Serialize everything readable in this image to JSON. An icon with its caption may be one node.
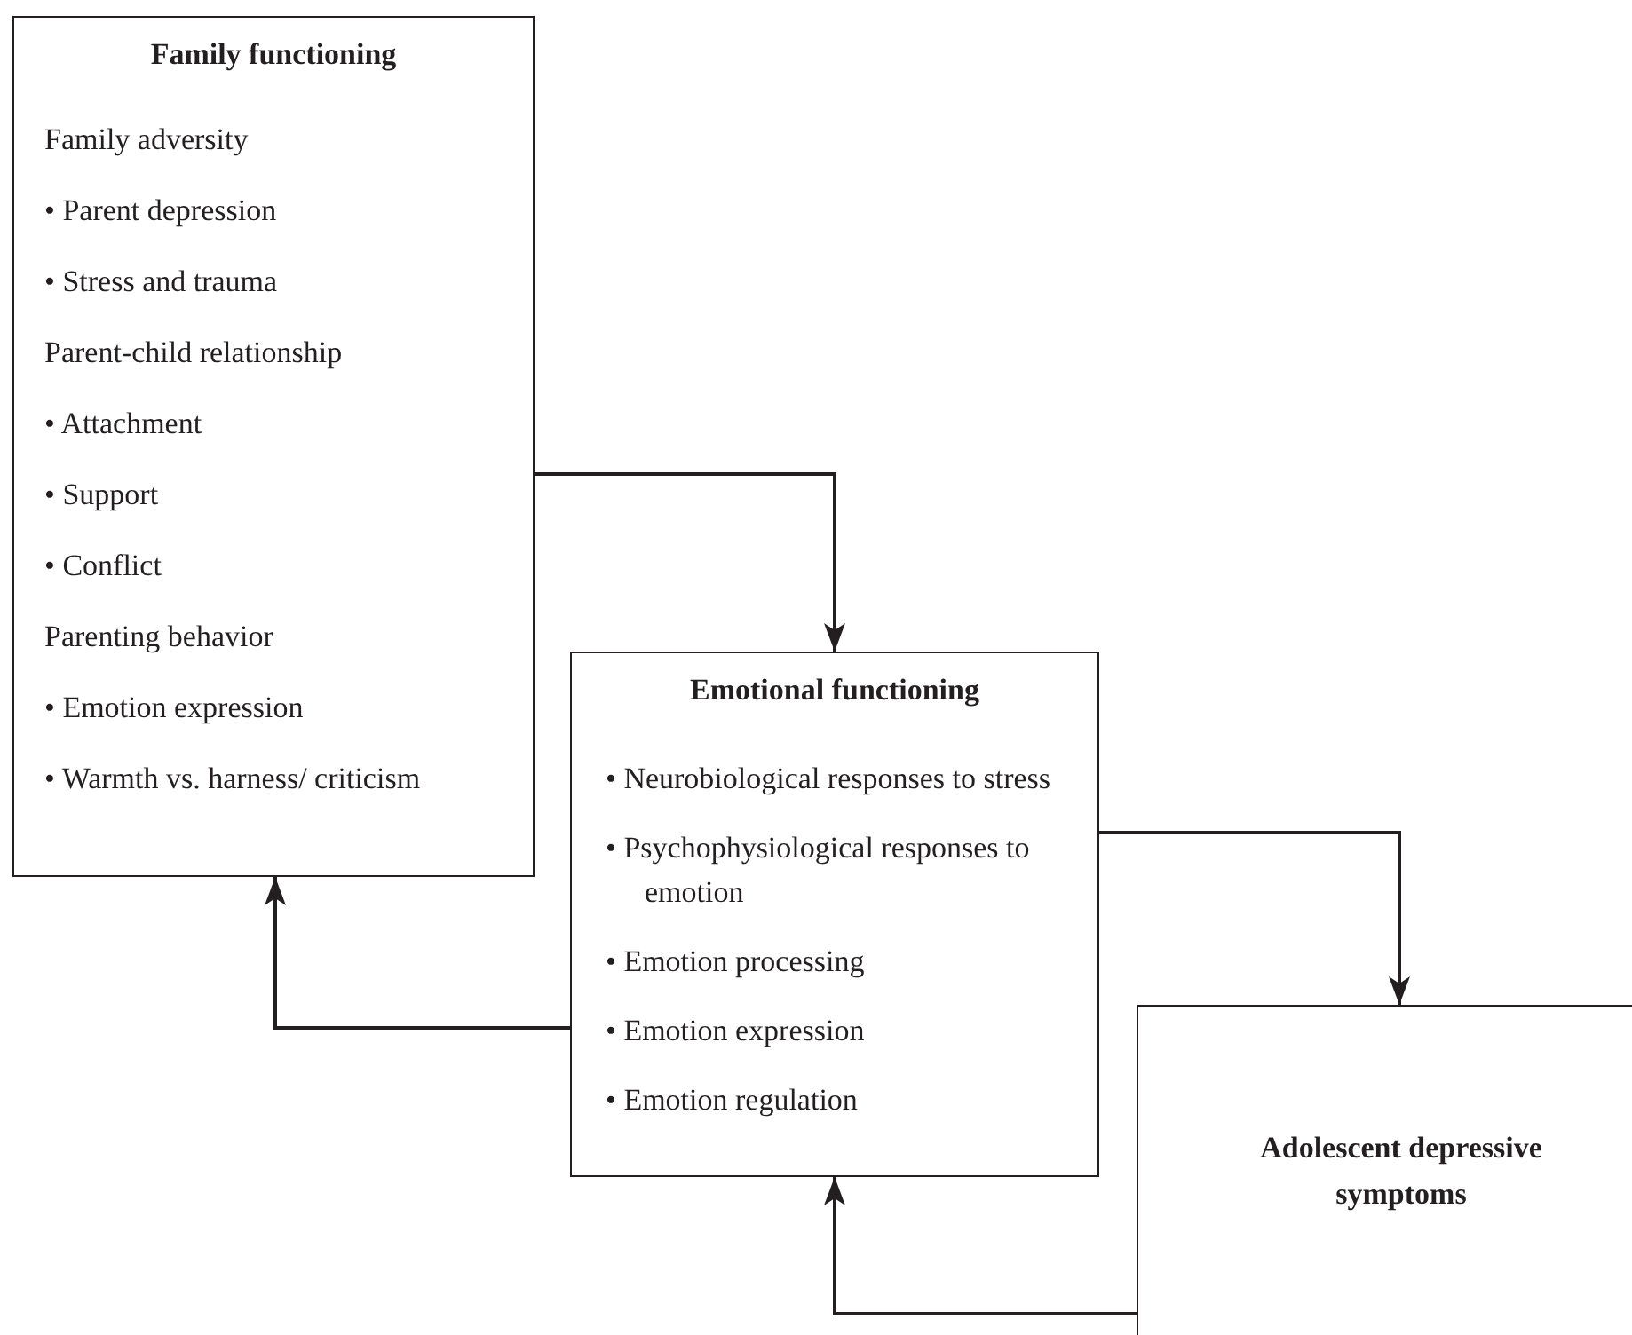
{
  "diagram": {
    "nodes": [
      {
        "text": [
          "Family functioning",
          "Family adversity",
          "• Parent depression",
          "• Stress and trauma",
          "Parent-child relationship",
          "• Attachment",
          "• Support",
          "• Conflict",
          "Parenting behavior",
          "• Emotion expression",
          "• Warmth vs. harness/ criticism"
        ]
      },
      {
        "text": [
          "Emotional functioning",
          "• Neurobiological responses to stress",
          "• Psychophysiological responses to emotion",
          "• Emotion processing",
          "• Emotion expression",
          "• Emotion regulation"
        ]
      },
      {
        "text": [
          "Adolescent depressive symptoms"
        ]
      }
    ],
    "edges": [
      {
        "from": 0,
        "to": 1,
        "arrow": "to"
      },
      {
        "from": 1,
        "to": 2,
        "arrow": "to"
      },
      {
        "from": 2,
        "to": 1,
        "arrow": "to"
      },
      {
        "from": 1,
        "to": 0,
        "arrow": "to"
      }
    ]
  }
}
